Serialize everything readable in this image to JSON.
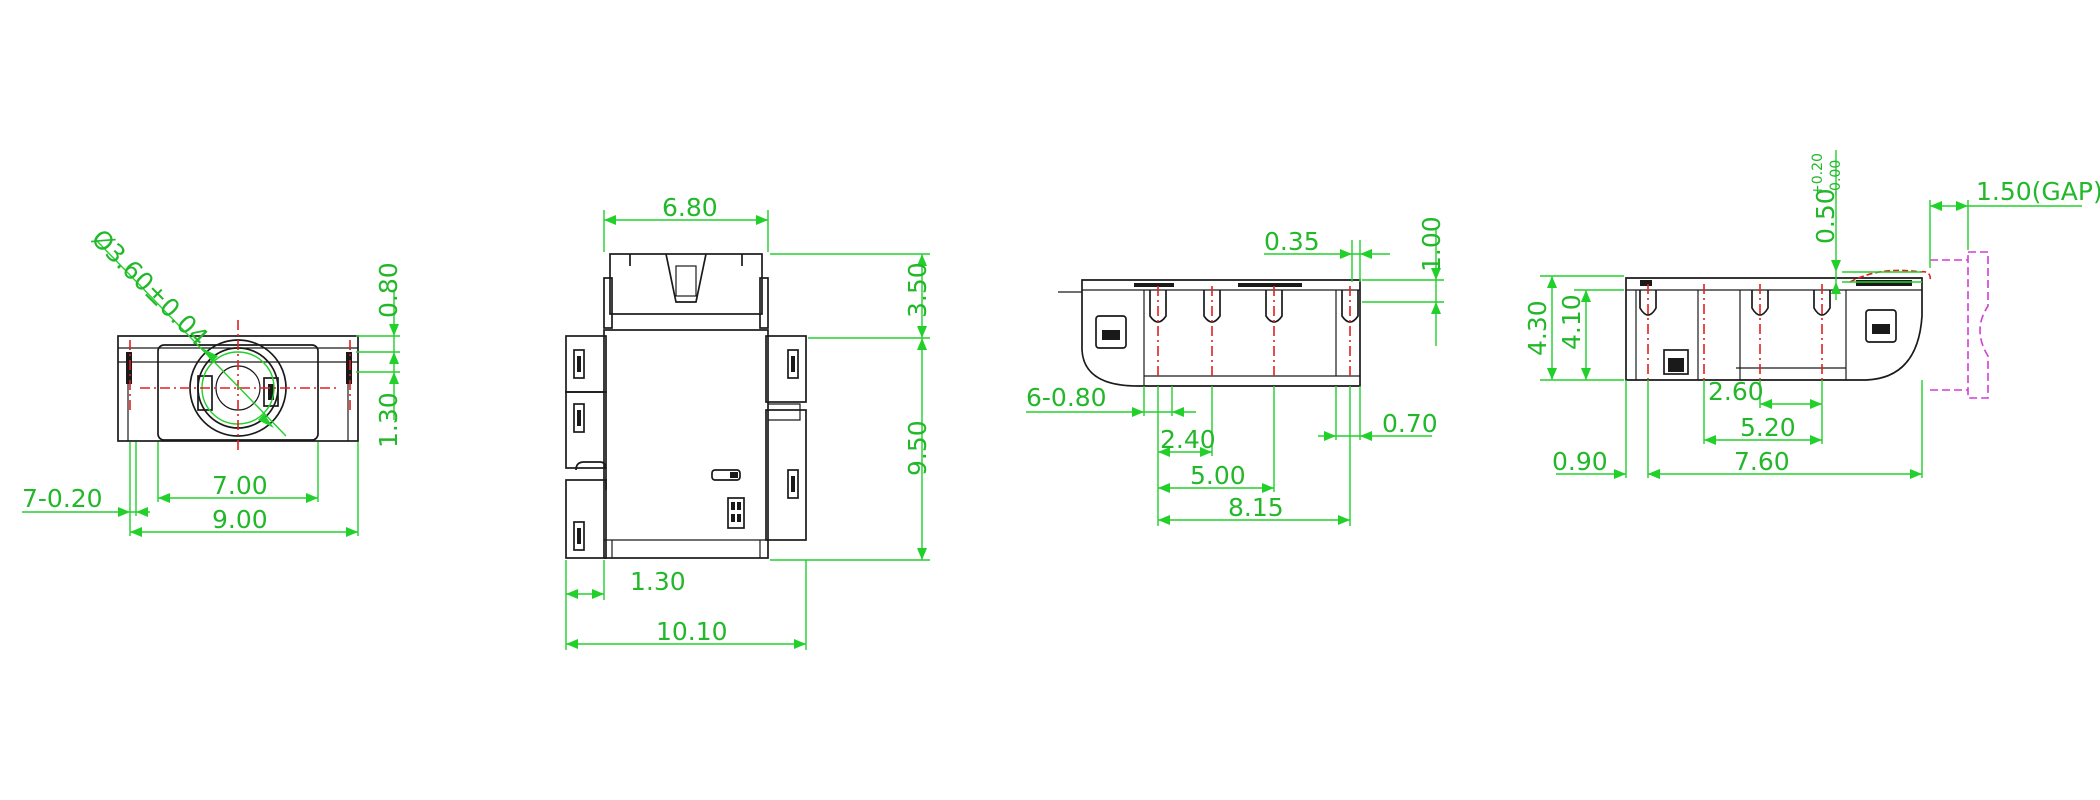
{
  "front_view": {
    "diameter": "Ø3.60±0.04",
    "height_top": "0.80",
    "height_bottom": "1.30",
    "inner_width": "7.00",
    "pins": "7-0.20",
    "outer_width": "9.00"
  },
  "top_view": {
    "top_width": "6.80",
    "upper_height": "3.50",
    "body_height": "9.50",
    "flange": "1.30",
    "total_width": "10.10"
  },
  "side_view_a": {
    "pin_width": "0.35",
    "top_height": "1.00",
    "pin_count": "6-0.80",
    "pitch_1": "2.40",
    "pitch_2": "5.00",
    "pitch_3": "8.15",
    "edge": "0.70"
  },
  "side_view_b": {
    "height_total": "4.30",
    "height_body": "4.10",
    "gap_main": "0.50",
    "gap_tol_upper": "+0.20",
    "gap_tol_lower": "-0.00",
    "gap": "1.50(GAP)",
    "pitch_1": "2.60",
    "pitch_2": "5.20",
    "left_edge": "0.90",
    "span": "7.60"
  }
}
